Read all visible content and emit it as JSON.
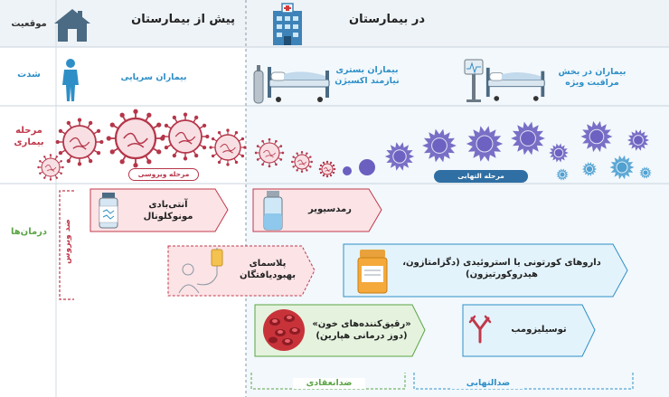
{
  "rows": {
    "location": "موقعیت",
    "severity": "شدت",
    "stage": "مرحله بیماری",
    "treatments": "درمان‌ها"
  },
  "location": {
    "pre_hospital": "پیش از بیمارستان",
    "in_hospital": "در بیمارستان"
  },
  "severity": {
    "outpatient": "بیماران سرپایی",
    "oxygen": "بیماران بستری نیازمند اکسیژن",
    "icu": "بیماران در بخش مراقبت ویژه"
  },
  "stage": {
    "viral": "مرحله ویروسی",
    "inflammatory": "مرحله التهابی"
  },
  "treatments": {
    "antiviral_side": "ضد ویروس",
    "monoclonal": "آنتی‌بادی مونوکلونال",
    "remdesivir": "رمدسیویر",
    "plasma": "پلاسمای بهبودیافتگان",
    "steroids": "داروهای کورتونی یا استروئیدی (دگزامتازون، هیدروکورتیزون)",
    "anticoag": "«رقیق‌کننده‌های خون» (دوز درمانی هپارین)",
    "tocilizumab": "توسیلیزومب",
    "anticoagulant_footer": "ضدانعقادی",
    "antiinflammatory_footer": "ضدالتهابی"
  },
  "colors": {
    "row_blue": "#2e8fc7",
    "row_red": "#c0394b",
    "row_green": "#5aa444",
    "virus_red": "#b5364a",
    "cell_purple": "#6b5fc0",
    "cell_blue": "#4d9fd0",
    "pink_fill": "#fbe3e6",
    "blue_fill": "#e3f3fb",
    "green_fill": "#e5f3de"
  },
  "icons": [
    "house-icon",
    "hospital-icon",
    "person-icon",
    "hospital-bed-icon",
    "oxygen-tank-icon",
    "icu-monitor-icon",
    "virus-icon",
    "immune-cell-icon",
    "vial-icon",
    "iv-bag-icon",
    "pill-bottle-icon",
    "blood-cells-icon",
    "antibody-icon"
  ]
}
